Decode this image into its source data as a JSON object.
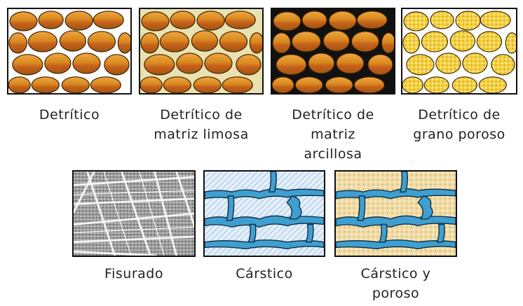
{
  "panels": [
    {
      "label": "Detrítico",
      "texture": "detritic"
    },
    {
      "label": "Detrítico de\nmatriz limosa",
      "texture": "silty-matrix"
    },
    {
      "label": "Detrítico de\nmatriz\narcillosa",
      "texture": "clay-matrix"
    },
    {
      "label": "Detrítico de\ngrano poroso",
      "texture": "porous-grain"
    },
    {
      "label": "Fisurado",
      "texture": "fissured"
    },
    {
      "label": "Cárstico",
      "texture": "karstic"
    },
    {
      "label": "Cárstico y\nporoso",
      "texture": "karstic-porous"
    }
  ],
  "colors": {
    "grain_orange": "#d7891e",
    "grain_band": "#c46a1a",
    "porous_yellow": "#f2c93a",
    "karst_water": "#4fb6e6",
    "karst_rock": "#dcecf7",
    "porous_beige": "#f0dba6"
  }
}
